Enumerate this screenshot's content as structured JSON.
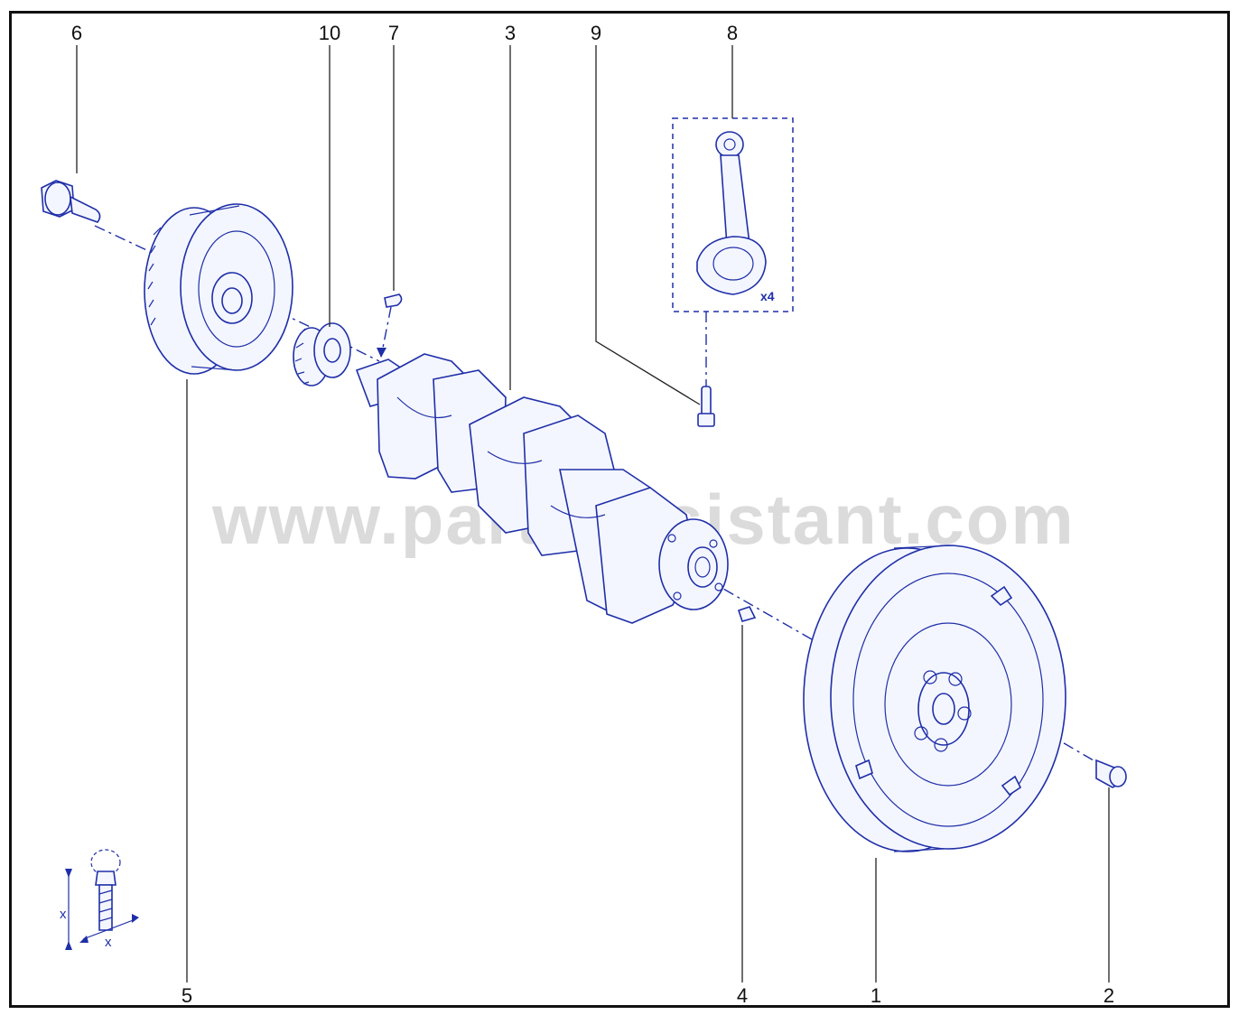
{
  "diagram": {
    "callouts": [
      "1",
      "2",
      "3",
      "4",
      "5",
      "6",
      "7",
      "8",
      "9",
      "10"
    ],
    "quantity_label": "x4",
    "watermark": "www.partsassistant.com",
    "torque_legend": {
      "dim_label": "x"
    },
    "colors": {
      "line": "#1f2fa8",
      "frame": "#111111",
      "watermark": "#cfcfcf"
    }
  }
}
